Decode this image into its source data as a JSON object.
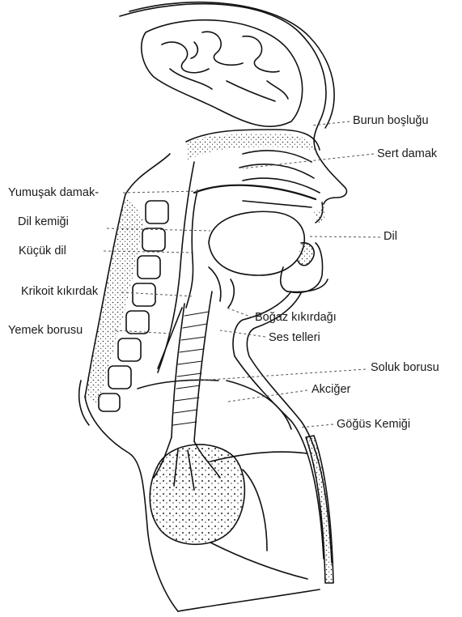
{
  "diagram": {
    "labels": {
      "nasal_cavity": "Burun boşluğu",
      "hard_palate": "Sert damak",
      "soft_palate": "Yumuşak damak-",
      "hyoid_bone": "Dil kemiği",
      "tongue": "Dil",
      "uvula": "Küçük dil",
      "cricoid_cartilage": "Krikoit kıkırdak",
      "thyroid_cartilage": "Boğaz kıkırdağı",
      "vocal_cords": "Ses telleri",
      "esophagus": "Yemek borusu",
      "trachea": "Soluk borusu",
      "lung": "Akciğer",
      "sternum": "Göğüs Kemiği"
    }
  }
}
